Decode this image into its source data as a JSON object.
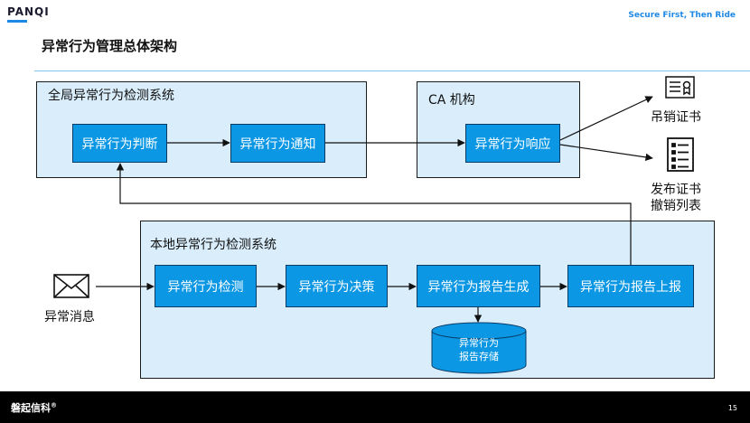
{
  "header": {
    "logo": "PANQI",
    "tagline": "Secure First, Then Ride",
    "title": "异常行为管理总体架构"
  },
  "diagram": {
    "global_system": {
      "label": "全局异常行为检测系统",
      "nodes": [
        "异常行为判断",
        "异常行为通知"
      ]
    },
    "ca": {
      "label": "CA 机构",
      "node": "异常行为响应"
    },
    "outputs": {
      "revoke": "吊销证书",
      "publish_line1": "发布证书",
      "publish_line2": "撤销列表"
    },
    "local_system": {
      "label": "本地异常行为检测系统",
      "nodes": [
        "异常行为检测",
        "异常行为决策",
        "异常行为报告生成",
        "异常行为报告上报"
      ],
      "storage_line1": "异常行为",
      "storage_line2": "报告存储"
    },
    "input": {
      "label": "异常消息"
    }
  },
  "colors": {
    "panel_fill": "#d9edfb",
    "node_fill": "#0b97e3",
    "accent": "#1e88e5"
  },
  "footer": {
    "brand": "磐起信科",
    "page": "15"
  }
}
